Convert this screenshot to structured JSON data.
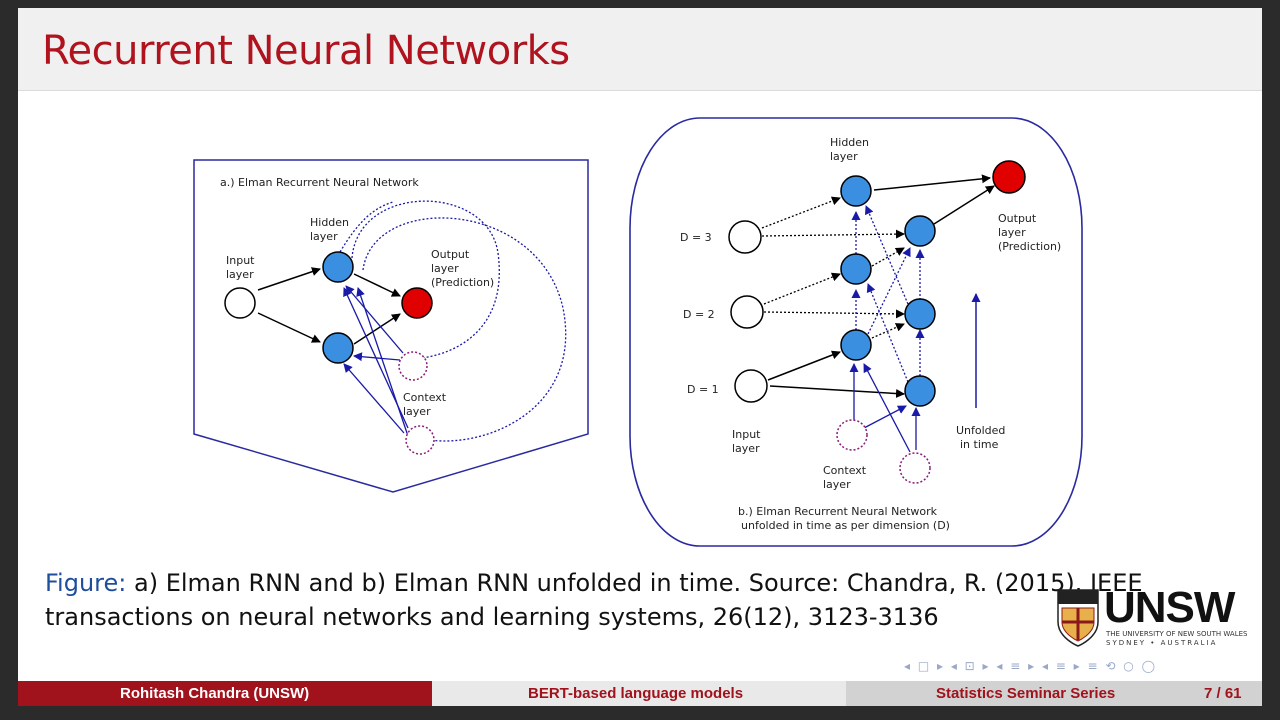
{
  "slide": {
    "title": "Recurrent Neural Networks",
    "figure_label": "Figure:",
    "caption_line1": "a) Elman RNN and b) Elman RNN unfolded in time. Source: Chandra, R. (2015). IEEE",
    "caption_line2": "transactions on neural networks and learning systems, 26(12), 3123-3136"
  },
  "diagram_a": {
    "title": "a.) Elman Recurrent Neural Network",
    "input_label_1": "Input",
    "input_label_2": "layer",
    "hidden_label_1": "Hidden",
    "hidden_label_2": "layer",
    "output_label_1": "Output",
    "output_label_2": "layer",
    "output_label_3": "(Prediction)",
    "context_label_1": "Context",
    "context_label_2": "layer"
  },
  "diagram_b": {
    "hidden_label_1": "Hidden",
    "hidden_label_2": "layer",
    "output_label_1": "Output",
    "output_label_2": "layer",
    "output_label_3": "(Prediction)",
    "d3": "D = 3",
    "d2": "D = 2",
    "d1": "D = 1",
    "input_label_1": "Input",
    "input_label_2": "layer",
    "context_label_1": "Context",
    "context_label_2": "layer",
    "unfolded_1": "Unfolded",
    "unfolded_2": "in time",
    "caption_1": "b.) Elman Recurrent Neural Network",
    "caption_2": "unfolded in time as per dimension (D)"
  },
  "logo": {
    "name": "UNSW",
    "sub1": "THE UNIVERSITY OF NEW SOUTH WALES",
    "sub2": "SYDNEY • AUSTRALIA"
  },
  "footer": {
    "author": "Rohitash Chandra  (UNSW)",
    "talk": "BERT-based language models",
    "series": "Statistics Seminar Series",
    "page": "7 / 61"
  },
  "colors": {
    "title_red": "#b0131d",
    "hidden_blue": "#3b8fe0",
    "output_red": "#e00000",
    "context_purple": "#8a1a7a",
    "link_blue": "#1a1aa8"
  }
}
